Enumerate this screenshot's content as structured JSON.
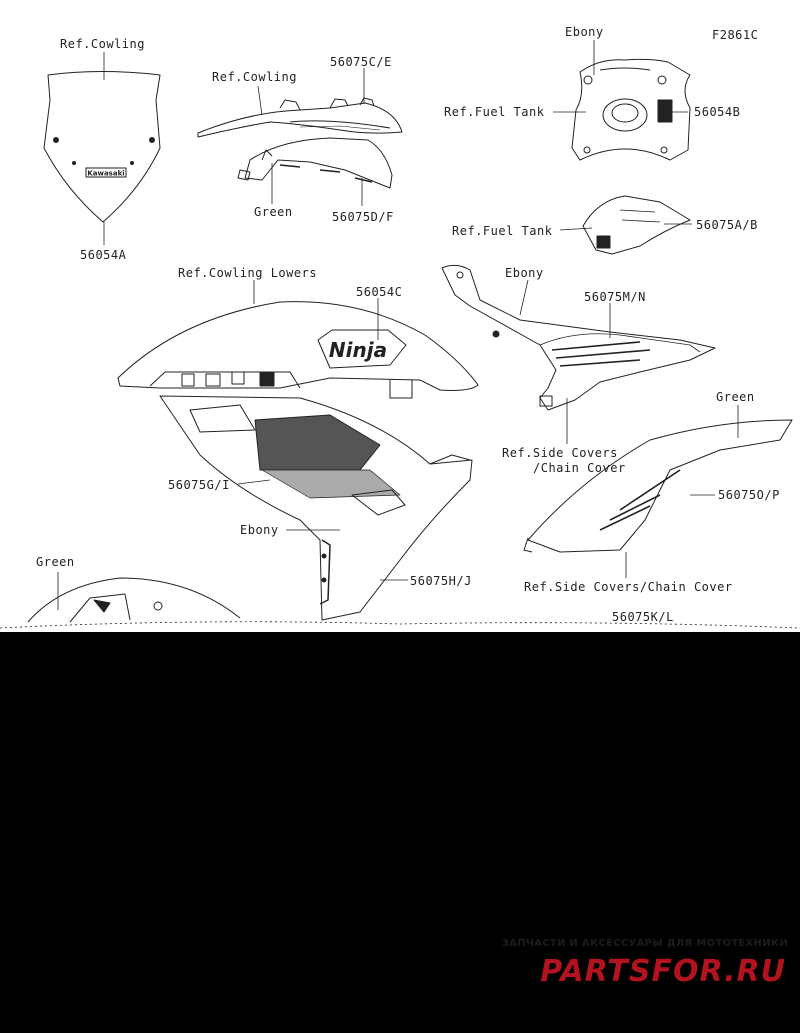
{
  "diagram": {
    "figure_code": "F2861C",
    "labels": {
      "ref_cowling_1": "Ref.Cowling",
      "part_56054A": "56054A",
      "ref_cowling_2": "Ref.Cowling",
      "part_56075CE": "56075C/E",
      "green_1": "Green",
      "part_56075DF": "56075D/F",
      "ebony_1": "Ebony",
      "ref_fuel_tank_1": "Ref.Fuel Tank",
      "part_56054B": "56054B",
      "ref_fuel_tank_2": "Ref.Fuel Tank",
      "part_56075AB": "56075A/B",
      "ref_cowling_lowers": "Ref.Cowling Lowers",
      "part_56054C": "56054C",
      "ebony_2": "Ebony",
      "part_56075MN": "56075M/N",
      "ref_side_covers_1a": "Ref.Side Covers",
      "ref_side_covers_1b": "/Chain Cover",
      "green_2": "Green",
      "part_56075OP": "56075O/P",
      "part_56075GI": "56075G/I",
      "ebony_3": "Ebony",
      "part_56075HJ": "56075H/J",
      "ref_side_covers_2": "Ref.Side Covers/Chain Cover",
      "green_3": "Green",
      "part_56075KL": "56075K/L"
    },
    "decal_text": {
      "windscreen_brand": "Kawasaki",
      "fairing_model": "Ninja"
    }
  },
  "watermark": {
    "tagline": "ЗАПЧАСТИ И АКСЕССУАРЫ ДЛЯ МОТОТЕХНИКИ",
    "logo": "PARTSFOR.RU",
    "accent_color": "#b3121f",
    "tagline_color": "#1c1c1c"
  },
  "colors": {
    "paper": "#ffffff",
    "line": "#222222",
    "background": "#000000"
  }
}
